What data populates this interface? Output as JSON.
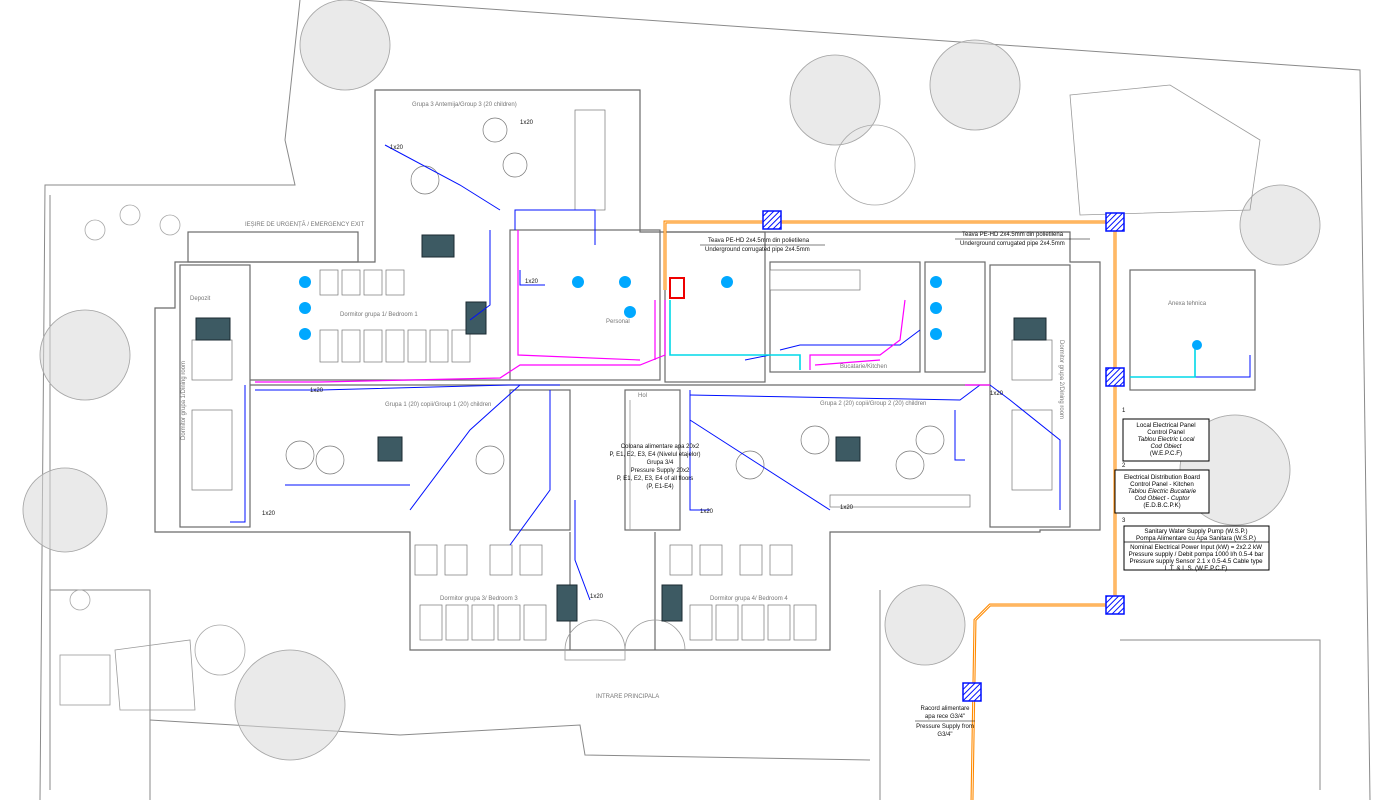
{
  "title": "Plumbing / water supply floor plan",
  "colors": {
    "supply_main": "#ff8a00",
    "cold_water": "#0010ff",
    "hot_water": "#ff00ff",
    "recirculation": "#00d8e8",
    "unit": "#3d5a63"
  },
  "rooms": {
    "group3": "Grupa 3 Antemija/Group 3 (20 children)",
    "emergency_exit": "IEȘIRE DE URGENȚĂ / EMERGENCY EXIT",
    "bedroom1": "Dormitor grupa 1/ Bedroom 1",
    "group1": "Grupa 1 (20) copii/Group 1 (20) children",
    "group2": "Grupa 2 (20) copii/Group 2 (20) children",
    "bedroom3": "Dormitor grupa 3/ Bedroom 3",
    "bedroom4": "Dormitor grupa 4/ Bedroom 4",
    "dining_left": "Dormitor grupa 1/Dining room",
    "dining_right": "Dormitor grupa 2/Dining room",
    "main_entrance": "INTRARE PRINCIPALA",
    "annex": "Anexa tehnica",
    "kitchen": "Bucatarie/Kitchen",
    "staff": "Personal",
    "storage": "Depozit",
    "hall": "Hol"
  },
  "pipe_notes": {
    "top_line1": "Teava PE-HD 2x4.5mm din polietilena",
    "top_line2": "Underground corrugated pipe 2x4.5mm",
    "top_right_line1": "Teava PE-HD 2x4.5mm din polietilena",
    "top_right_line2": "Underground corrugated pipe 2x4.5mm",
    "stair_line1": "Coloana alimentare apa 20x2",
    "stair_line2": "P, E1, E2, E3, E4 (Nivelul etajelor)",
    "stair_line3": "Grupa 3/4",
    "stair_line4": "Pressure Supply 20x2",
    "stair_line5": "P, E1, E2, E3, E4 of all floors",
    "stair_line6": "(P, E1-E4)",
    "service_line1": "Racord alimentare",
    "service_line2": "apa rece G3/4\"",
    "service_line3": "Pressure Supply from",
    "service_line4": "G3/4\""
  },
  "pipe_tag": "1x20",
  "legend": [
    {
      "num": "1",
      "lines": [
        "Local Electrical Panel",
        "Control Panel",
        "Tablou Electric Local",
        "Cod Obiect",
        "(W.E.P.C.F)"
      ]
    },
    {
      "num": "2",
      "lines": [
        "Electrical Distribution Board",
        "Control Panel - Kitchen",
        "Tablou Electric Bucatarie",
        "Cod Obiect - Cuptor",
        "(E.D.B.C.P.K)"
      ]
    },
    {
      "num": "3",
      "lines": [
        "Sanitary Water Supply Pump (W.S.P.)",
        "Pompa Alimentare cu Apa Sanitara (W.S.P.)",
        "Nominal Electrical Power Input (kW) = 2x2.2 kW",
        "Pressure supply / Debit pompa 1000 l/h  0.5-4 bar",
        "Pressure supply Sensor 2.1 x 0.5-4.5 Cable type",
        "L.T. & L.S. (W.E.P.C.F)"
      ]
    }
  ]
}
